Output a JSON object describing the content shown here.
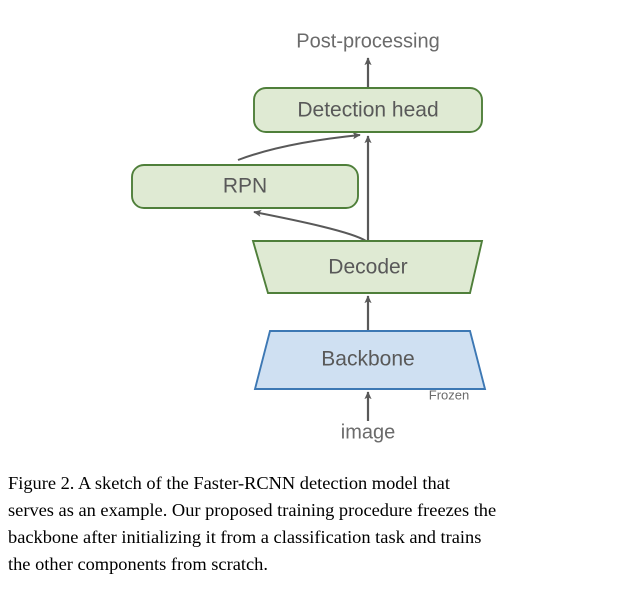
{
  "figure": {
    "nodes": [
      {
        "id": "detection-head",
        "label": "Detection head",
        "shape": "rounded-rect",
        "fill": "#dfead3",
        "stroke": "#4f7f3a"
      },
      {
        "id": "rpn",
        "label": "RPN",
        "shape": "rounded-rect",
        "fill": "#dfead3",
        "stroke": "#4f7f3a"
      },
      {
        "id": "decoder",
        "label": "Decoder",
        "shape": "trapezoid-inverted",
        "fill": "#dfead3",
        "stroke": "#4f7f3a"
      },
      {
        "id": "backbone",
        "label": "Backbone",
        "shape": "trapezoid",
        "fill": "#cfe0f2",
        "stroke": "#3d78b4"
      }
    ],
    "io_labels": [
      {
        "id": "post-processing",
        "label": "Post-processing"
      },
      {
        "id": "image",
        "label": "image"
      }
    ],
    "annotations": [
      {
        "id": "frozen",
        "label": "Frozen"
      }
    ],
    "edges": [
      {
        "id": "head-to-post",
        "from": "detection-head",
        "to": "post-processing",
        "style": "straight"
      },
      {
        "id": "decoder-to-head",
        "from": "decoder",
        "to": "detection-head",
        "style": "straight"
      },
      {
        "id": "rpn-to-head",
        "from": "rpn",
        "to": "detection-head",
        "style": "curved"
      },
      {
        "id": "decoder-to-rpn",
        "from": "decoder",
        "to": "rpn",
        "style": "curved"
      },
      {
        "id": "backbone-to-decoder",
        "from": "backbone",
        "to": "decoder",
        "style": "straight"
      },
      {
        "id": "image-to-backbone",
        "from": "image",
        "to": "backbone",
        "style": "straight"
      }
    ],
    "colors": {
      "green_fill": "#dfead3",
      "green_stroke": "#4f7f3a",
      "blue_fill": "#cfe0f2",
      "blue_stroke": "#3d78b4",
      "arrow": "#595959",
      "text": "#595959"
    }
  },
  "caption": {
    "lines": [
      "Figure 2.   A sketch of the Faster-RCNN detection model that",
      "serves as an example. Our proposed training procedure freezes the",
      "backbone after initializing it from a classification task and trains",
      "the other components from scratch."
    ]
  }
}
